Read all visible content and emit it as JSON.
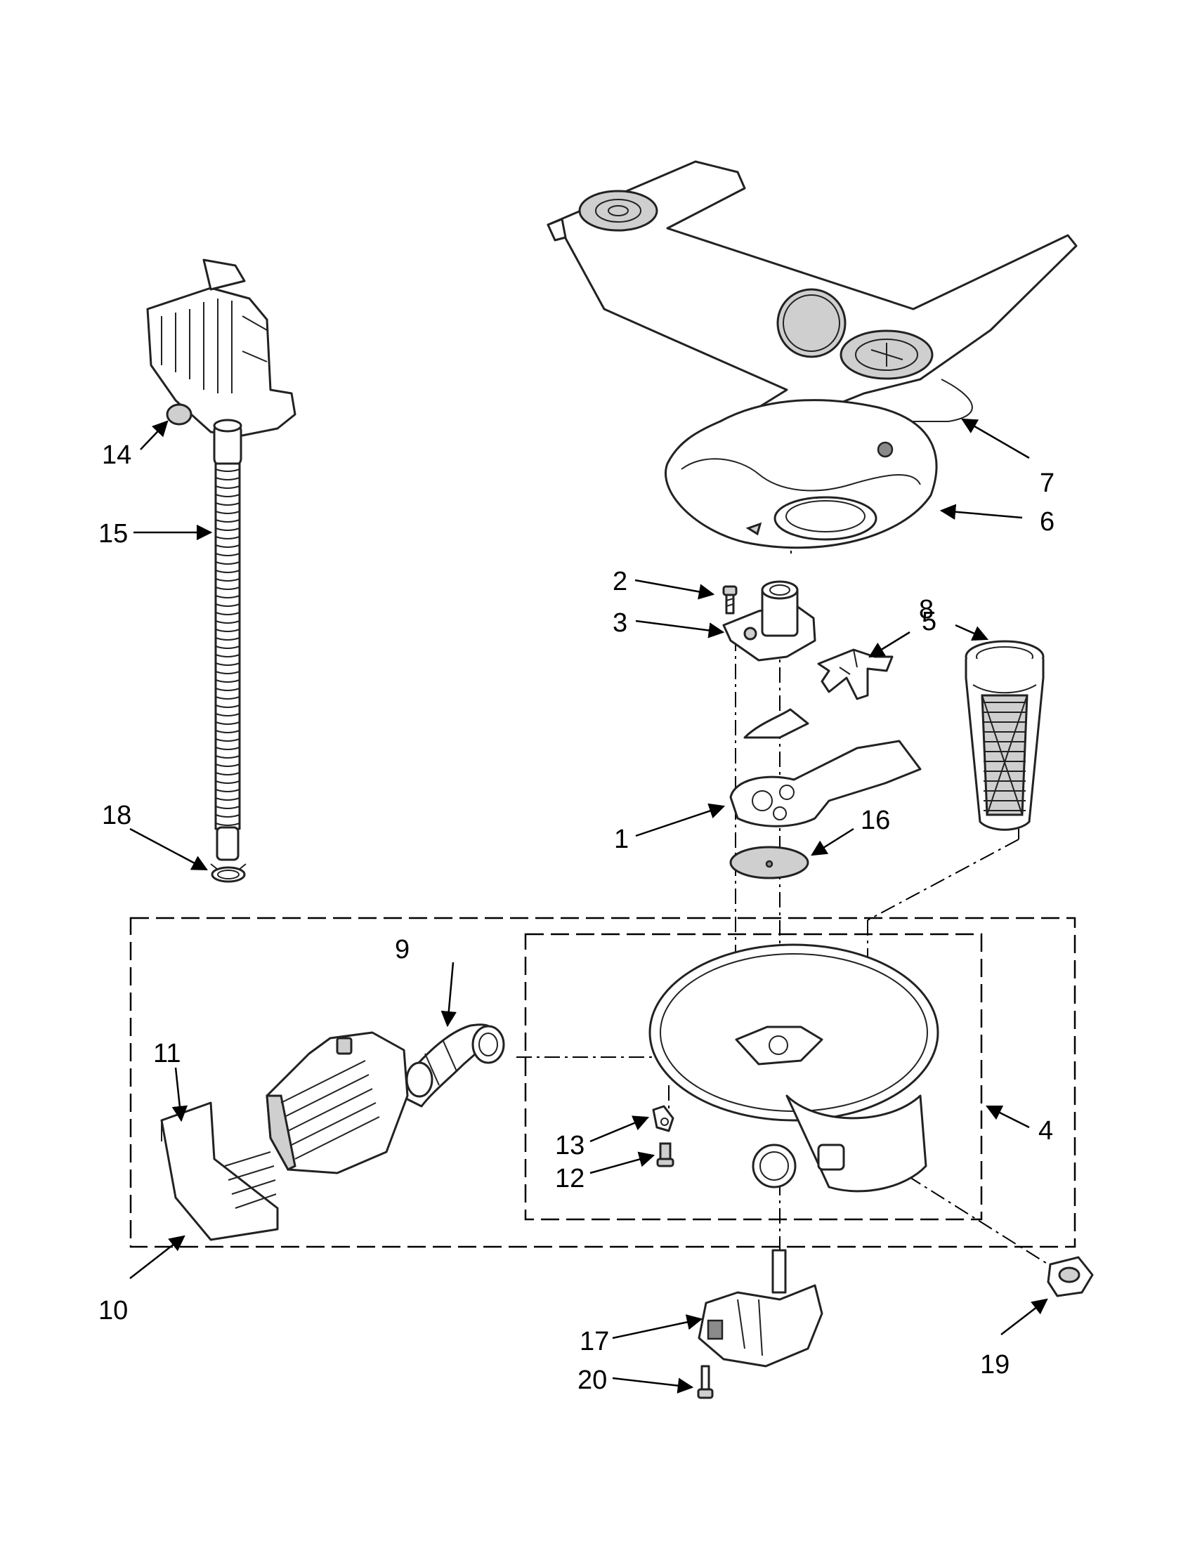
{
  "callouts": {
    "c1": "1",
    "c2": "2",
    "c3": "3",
    "c4": "4",
    "c5": "5",
    "c6": "6",
    "c7": "7",
    "c8": "8",
    "c9": "9",
    "c10": "10",
    "c11": "11",
    "c12": "12",
    "c13": "13",
    "c14": "14",
    "c15": "15",
    "c16": "16",
    "c17": "17",
    "c18": "18",
    "c19": "19",
    "c20": "20"
  },
  "colors": {
    "line": "#000000",
    "part_fill": "#cfcfcf",
    "background": "#ffffff"
  }
}
